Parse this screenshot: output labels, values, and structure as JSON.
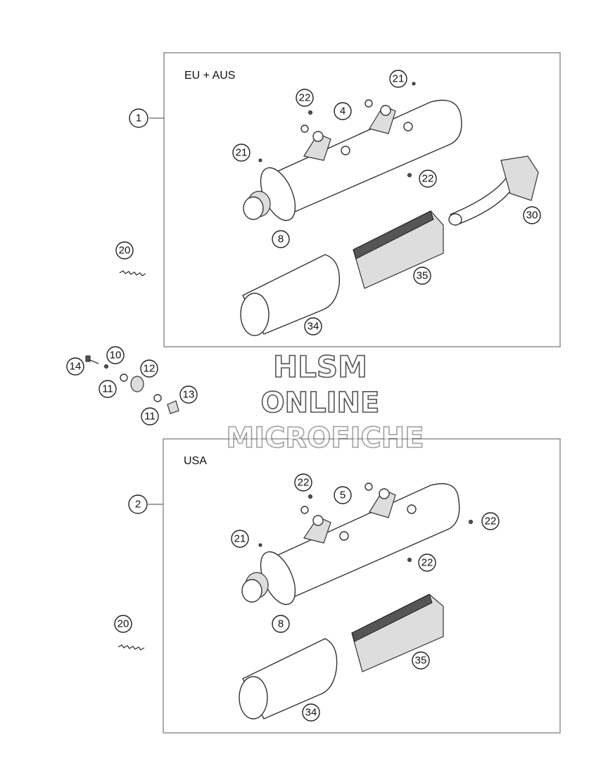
{
  "regions": {
    "top_label": "EU + AUS",
    "bottom_label": "USA"
  },
  "callouts": {
    "c1": "1",
    "c2": "2",
    "c4": "4",
    "c5": "5",
    "c8a": "8",
    "c8b": "8",
    "c10": "10",
    "c11a": "11",
    "c11b": "11",
    "c12": "12",
    "c13": "13",
    "c14": "14",
    "c20a": "20",
    "c20b": "20",
    "c21a": "21",
    "c21b": "21",
    "c21c": "21",
    "c22a": "22",
    "c22b": "22",
    "c22c": "22",
    "c22d": "22",
    "c22e": "22",
    "c30": "30",
    "c34a": "34",
    "c34b": "34",
    "c35a": "35",
    "c35b": "35"
  },
  "watermark": {
    "line1": "HLSM",
    "line2": "ONLINE",
    "line3": "MICROFICHE",
    "color": "#555555"
  }
}
